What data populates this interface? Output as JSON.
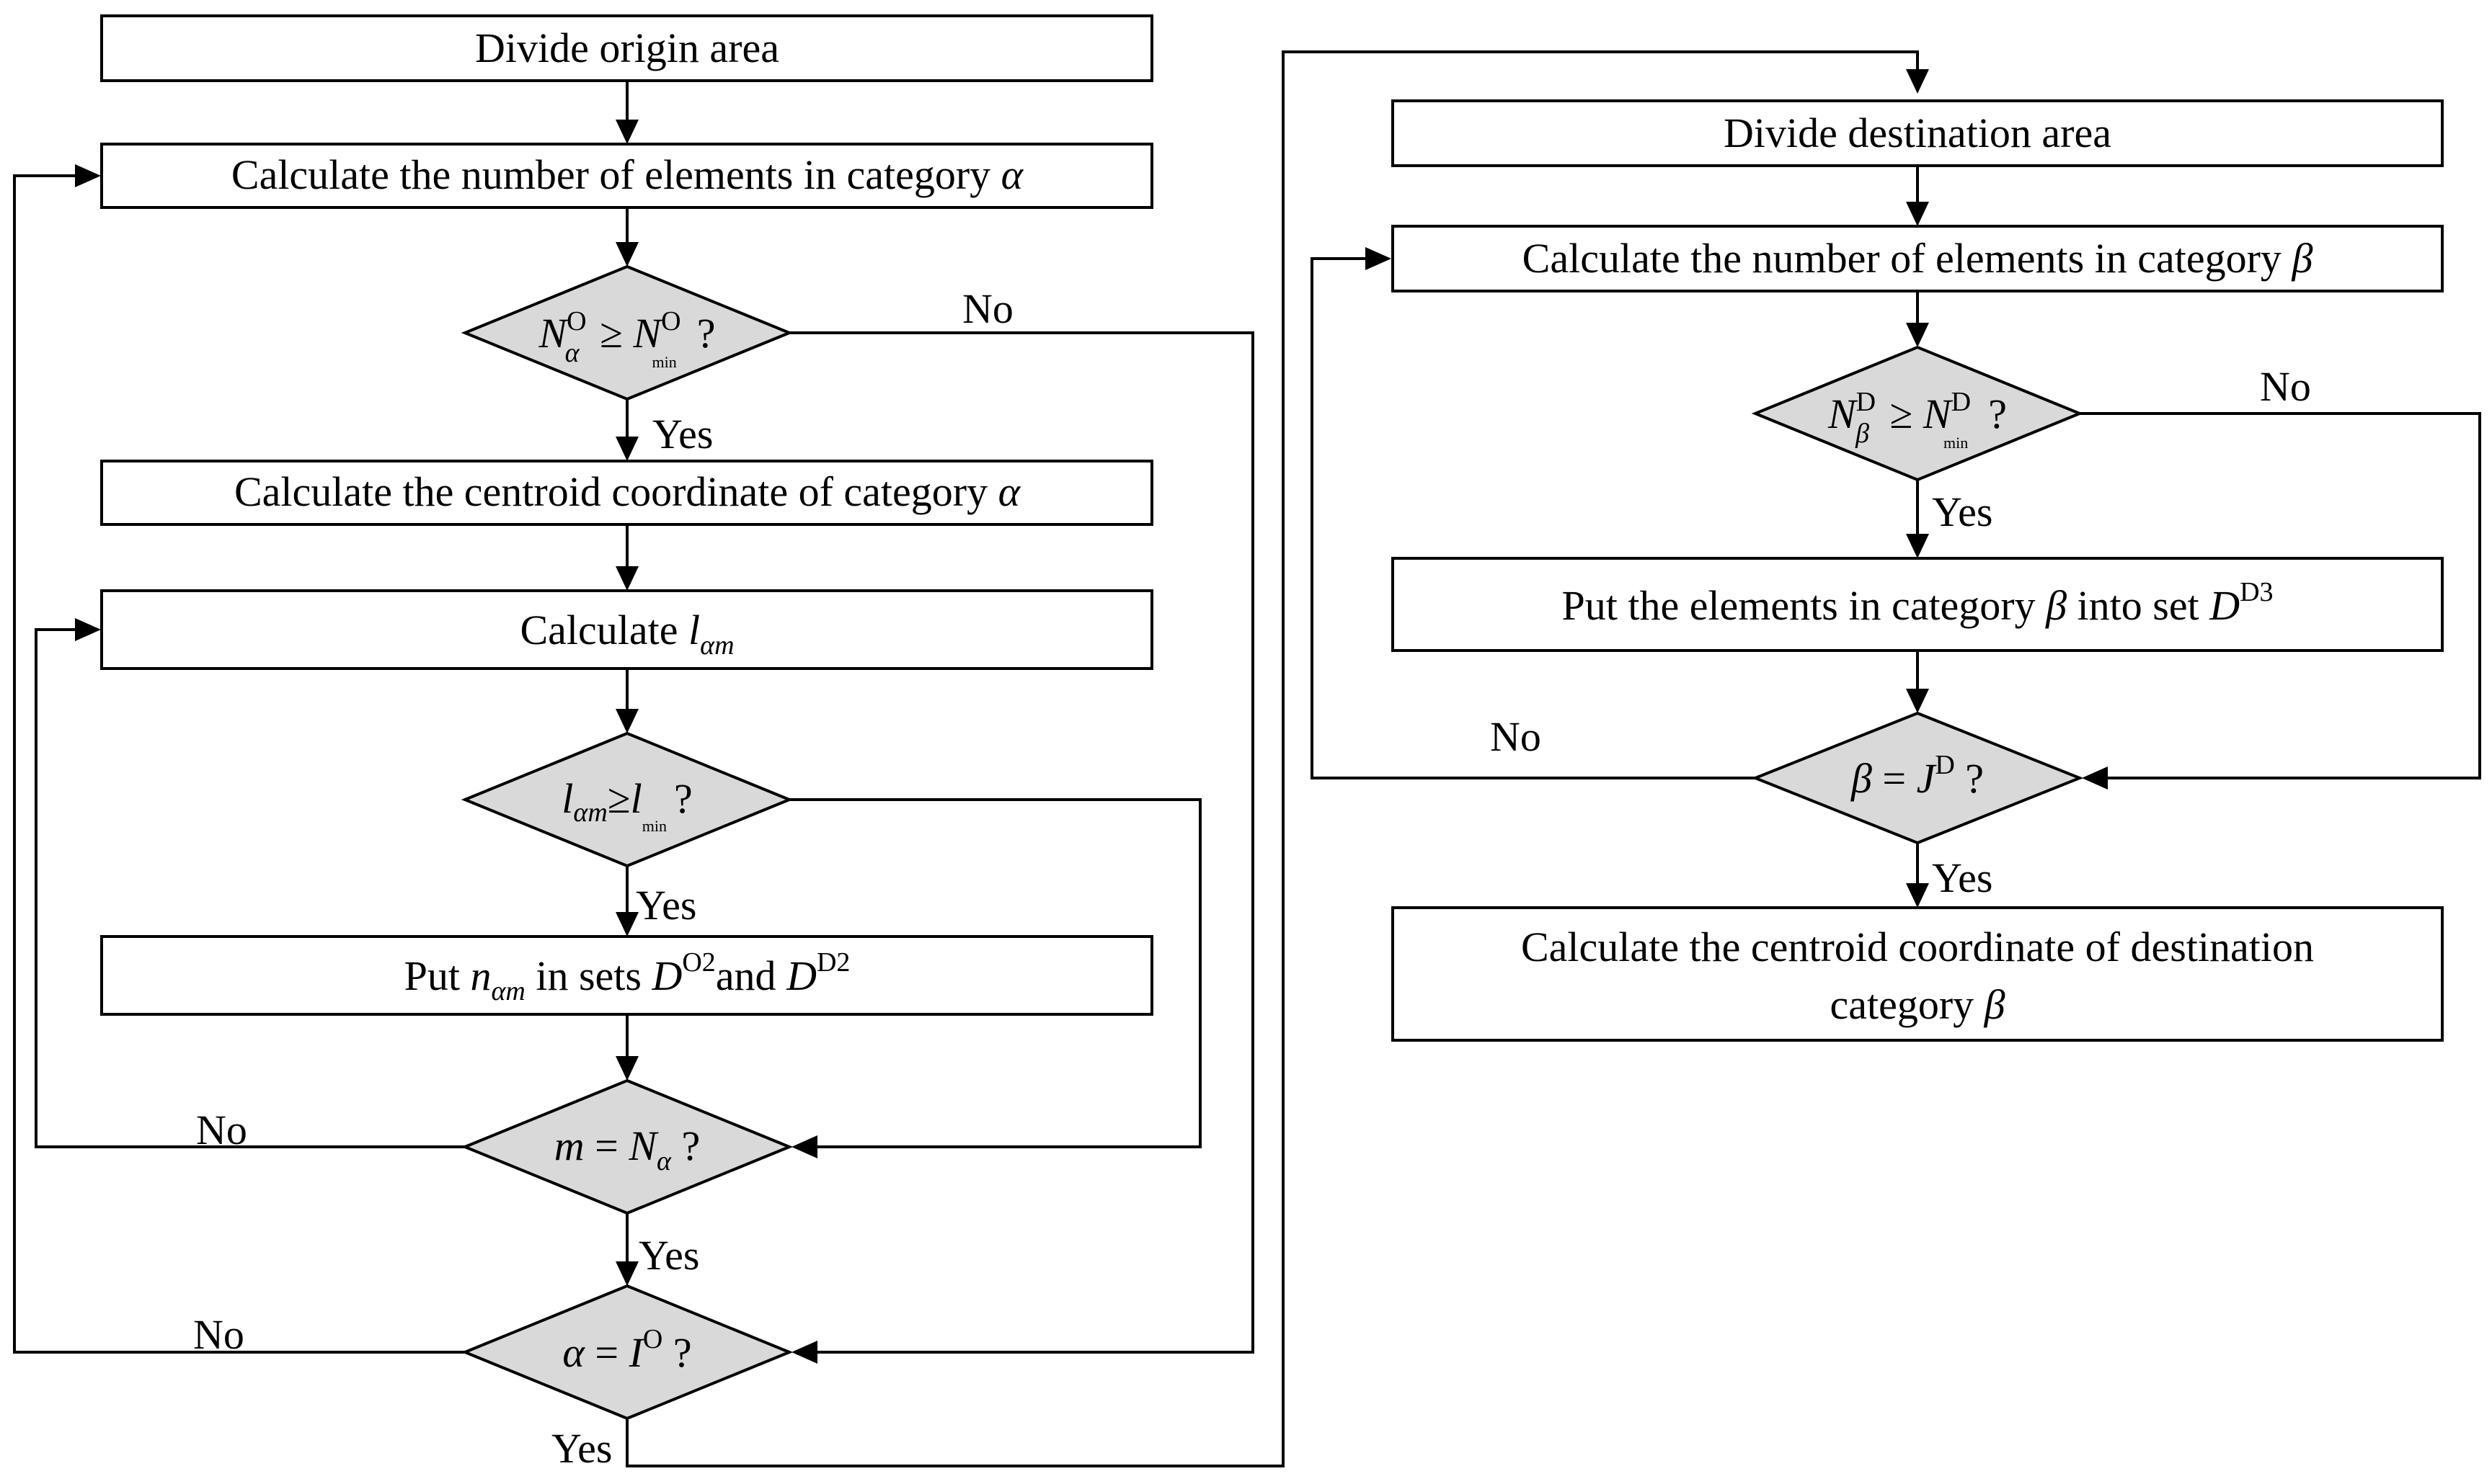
{
  "left_flow": {
    "divide_origin": "Divide origin area",
    "calc_num_alpha": {
      "text": "Calculate the number of elements in category ",
      "var": "α"
    },
    "dec_n_alpha": {
      "lhs": "N",
      "lhs_sup": "O",
      "lhs_sub": "α",
      "op": "≥",
      "rhs": "N",
      "rhs_sup": "O",
      "rhs_sub": "min",
      "q": "?"
    },
    "calc_centroid_alpha": {
      "text": "Calculate the centroid coordinate of category ",
      "var": "α"
    },
    "calc_l": {
      "text": "Calculate ",
      "var": "l",
      "sub": "αm"
    },
    "dec_l": {
      "lhs": "l",
      "lhs_sub": "αm",
      "op": "≥",
      "rhs": "l",
      "rhs_sub": "min",
      "q": "?"
    },
    "put_n": {
      "text1": "Put ",
      "var": "n",
      "sub": "αm",
      "text2": " in sets ",
      "set1": "D",
      "set1_sup": "O2",
      "and": "and ",
      "set2": "D",
      "set2_sup": "D2"
    },
    "dec_m": {
      "lhs": "m",
      "op": " = ",
      "rhs": "N",
      "rhs_sub": "α",
      "q": " ?"
    },
    "dec_alpha": {
      "lhs": "α",
      "op": " = ",
      "rhs": "I",
      "rhs_sup": "O",
      "q": " ?"
    }
  },
  "right_flow": {
    "divide_destination": "Divide destination area",
    "calc_num_beta": {
      "text": "Calculate the number of elements in category ",
      "var": "β"
    },
    "dec_n_beta": {
      "lhs": "N",
      "lhs_sup": "D",
      "lhs_sub": "β",
      "op": "≥",
      "rhs": "N",
      "rhs_sup": "D",
      "rhs_sub": "min",
      "q": "?"
    },
    "put_beta": {
      "text": "Put the elements in category ",
      "var": "β",
      "text2": " into set ",
      "set": "D",
      "set_sup": "D3"
    },
    "dec_beta": {
      "lhs": "β",
      "op": " = ",
      "rhs": "J",
      "rhs_sup": "D",
      "q": " ?"
    },
    "calc_centroid_dest": {
      "line1": "Calculate the centroid coordinate of destination",
      "line2": "category ",
      "var": "β"
    }
  },
  "edge_labels": {
    "yes": "Yes",
    "no": "No"
  }
}
